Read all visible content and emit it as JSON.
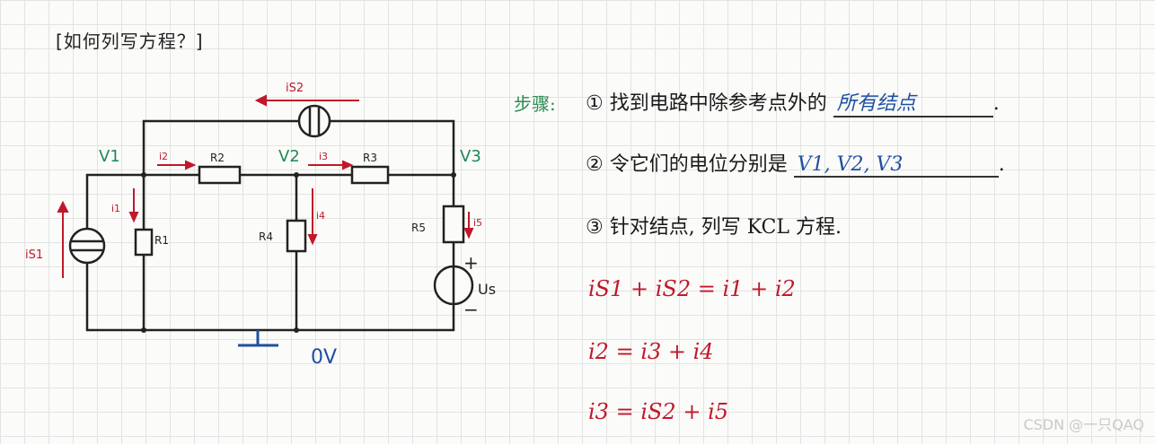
{
  "title": "[如何列写方程？]",
  "circuit": {
    "nodes": {
      "v1": "V1",
      "v2": "V2",
      "v3": "V3",
      "ground": "0V"
    },
    "components": {
      "is1": "iS1",
      "is2": "iS2",
      "r1": "R1",
      "r2": "R2",
      "r3": "R3",
      "r4": "R4",
      "r5": "R5",
      "us": "Us",
      "us_plus": "+",
      "us_minus": "−"
    },
    "currents": {
      "i1": "i1",
      "i2": "i2",
      "i3": "i3",
      "i4": "i4",
      "i5": "i5"
    }
  },
  "steps": {
    "label": "步骤:",
    "step1_num": "①",
    "step1_text": "找到电路中除参考点外的",
    "step1_answer": "所有结点",
    "step2_num": "②",
    "step2_text": "令它们的电位分别是",
    "step2_answer": "V1, V2, V3",
    "step3_num": "③",
    "step3_text": "针对结点, 列写 KCL 方程."
  },
  "equations": [
    "iS1 + iS2 = i1 + i2",
    "i2 = i3 + i4",
    "i3 = iS2 + i5"
  ],
  "watermark": "CSDN @一只QAQ",
  "colors": {
    "green": "#1f8a55",
    "red": "#c0182b",
    "blue": "#1f4fa3",
    "ink": "#1a1a1a"
  }
}
